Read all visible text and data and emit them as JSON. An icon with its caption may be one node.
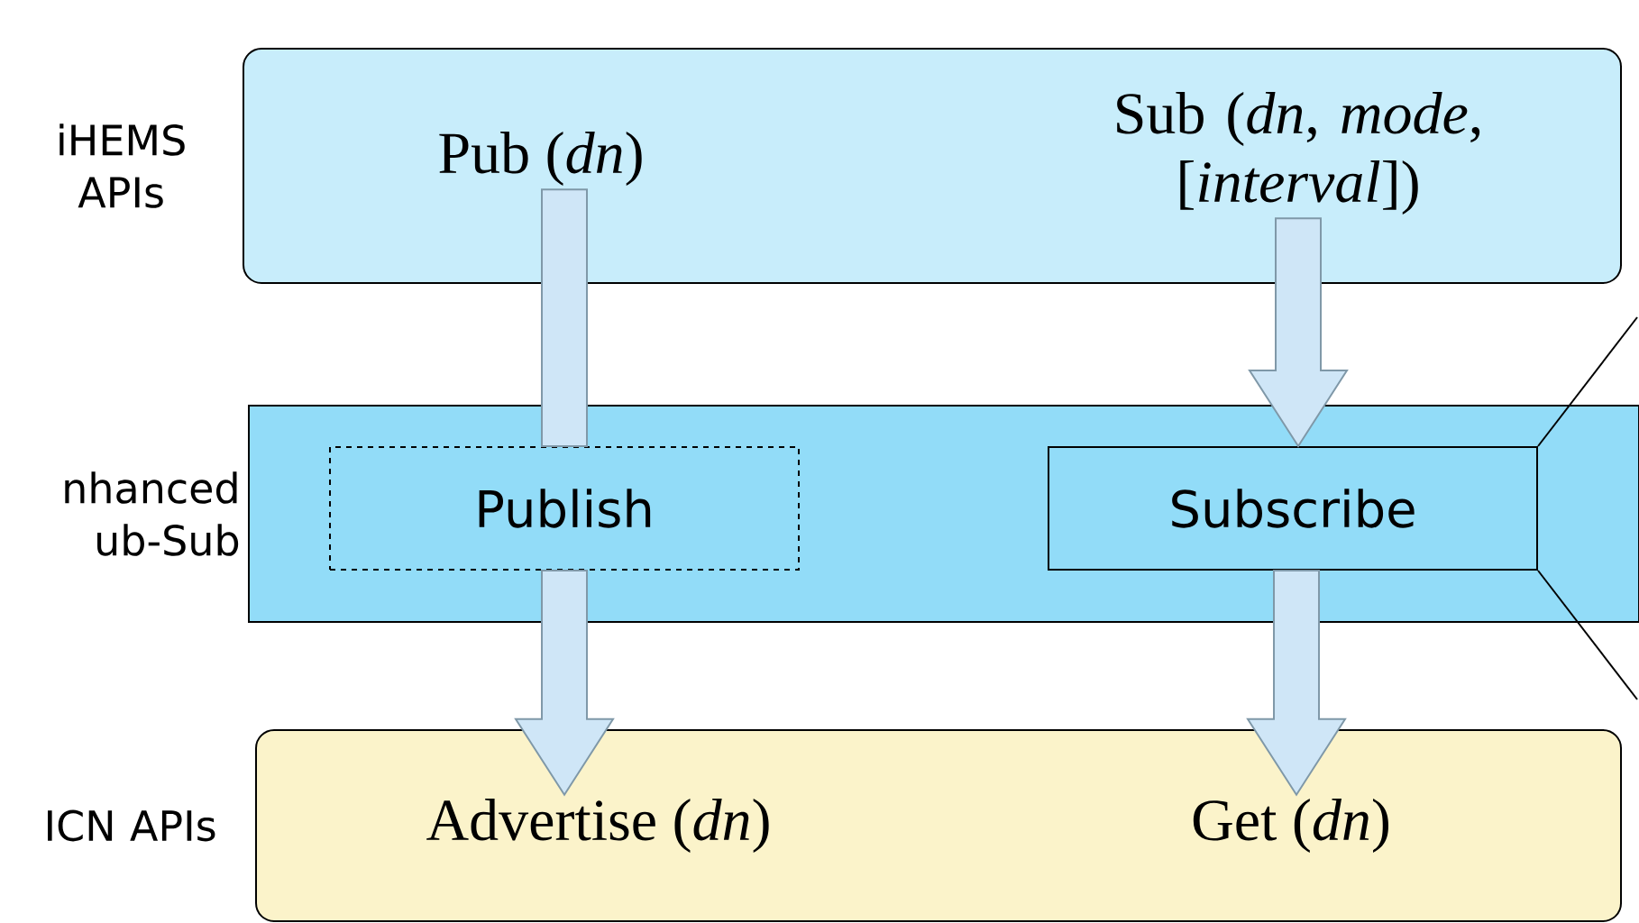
{
  "diagram": {
    "nodes": [
      {
        "text": [
          "iHEMS APIs"
        ]
      },
      {
        "text": [
          "Pub (*dn*)"
        ],
        "in": 0
      },
      {
        "text": [
          "Sub (*dn*, *mode*, [*interval*])"
        ],
        "in": 0
      },
      {
        "text": [
          "nhanced ub-Sub"
        ]
      },
      {
        "text": [
          "Publish"
        ],
        "in": 3
      },
      {
        "text": [
          "Subscribe"
        ],
        "in": 3
      },
      {
        "text": [
          "ICN APIs"
        ]
      },
      {
        "text": [
          "Advertise (*dn*)"
        ],
        "in": 6
      },
      {
        "text": [
          "Get (*dn*)"
        ],
        "in": 6
      }
    ],
    "edges": [
      {
        "from": 1,
        "to": 4,
        "arrow": "none"
      },
      {
        "from": 4,
        "to": 7,
        "arrow": "to"
      },
      {
        "from": 2,
        "to": 5,
        "arrow": "to"
      },
      {
        "from": 5,
        "to": 8,
        "arrow": "to"
      },
      {
        "from": 5,
        "to": null,
        "arrow": "none"
      },
      {
        "from": 5,
        "to": null,
        "arrow": "none"
      }
    ]
  }
}
